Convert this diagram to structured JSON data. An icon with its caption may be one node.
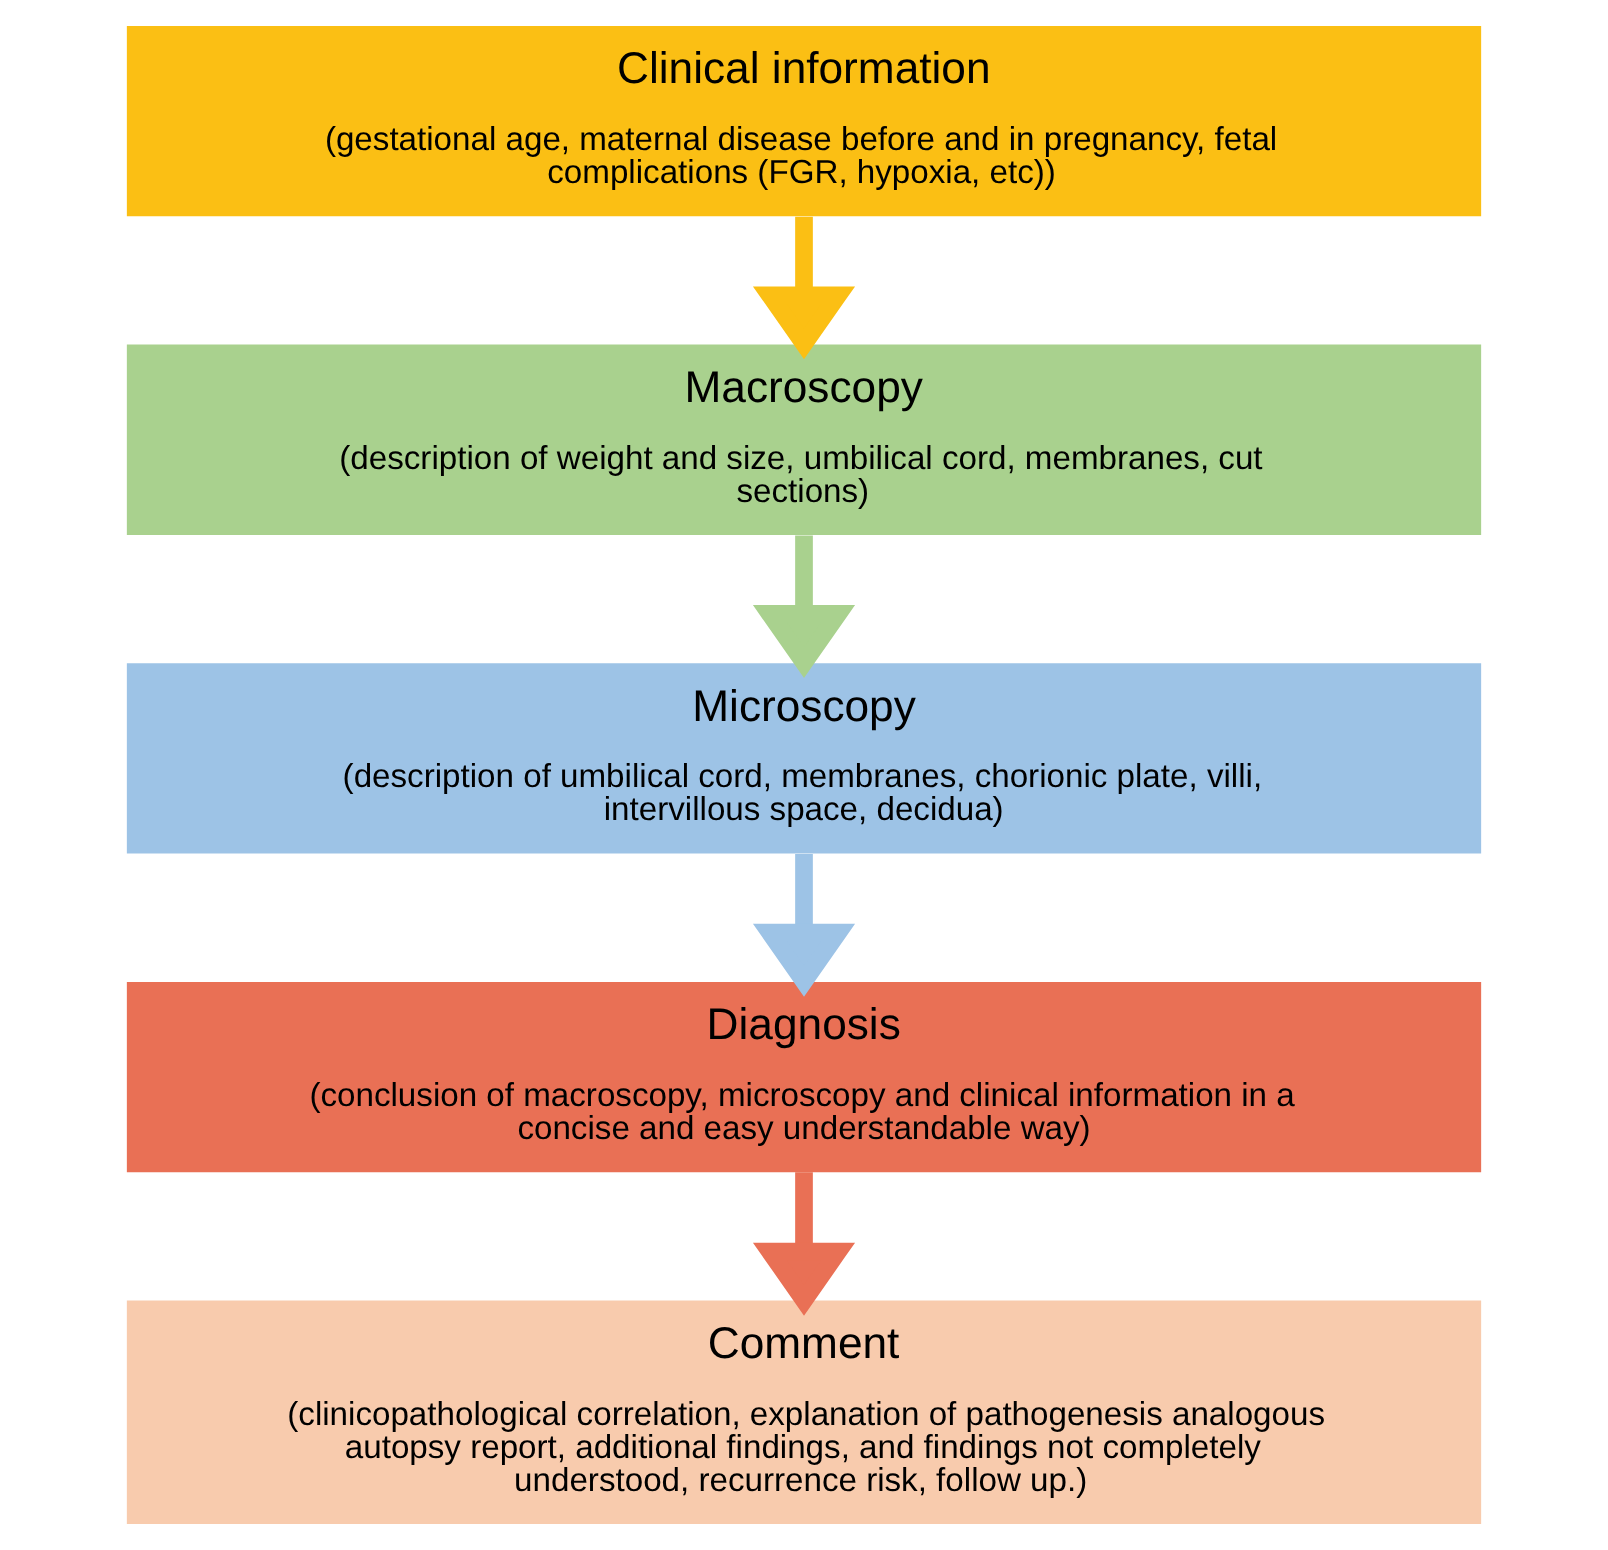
{
  "diagram": {
    "nodes": [
      {
        "text": [
          "Clinical information",
          "(gestational age, maternal disease before and in pregnancy, fetal complications (FGR, hypoxia, etc))"
        ]
      },
      {
        "text": [
          "Macroscopy",
          "(description of weight and size, umbilical cord, membranes, cut sections)"
        ]
      },
      {
        "text": [
          "Microscopy",
          "(description of umbilical cord, membranes, chorionic plate, villi, intervillous space, decidua)"
        ]
      },
      {
        "text": [
          "Diagnosis",
          "(conclusion of macroscopy, microscopy and clinical information in a concise and easy understandable way)"
        ]
      },
      {
        "text": [
          "Comment",
          "(clinicopathological correlation, explanation of pathogenesis analogous autopsy report, additional findings, and findings not completely understood, recurrence risk, follow up.)"
        ]
      }
    ],
    "edges": [
      {
        "from": 0,
        "to": 1,
        "arrow": "to",
        "color": "#fbbf14"
      },
      {
        "from": 1,
        "to": 2,
        "arrow": "to",
        "color": "#a9d18e"
      },
      {
        "from": 2,
        "to": 3,
        "arrow": "to",
        "color": "#9dc3e6"
      },
      {
        "from": 3,
        "to": 4,
        "arrow": "to",
        "color": "#e97055"
      }
    ]
  }
}
